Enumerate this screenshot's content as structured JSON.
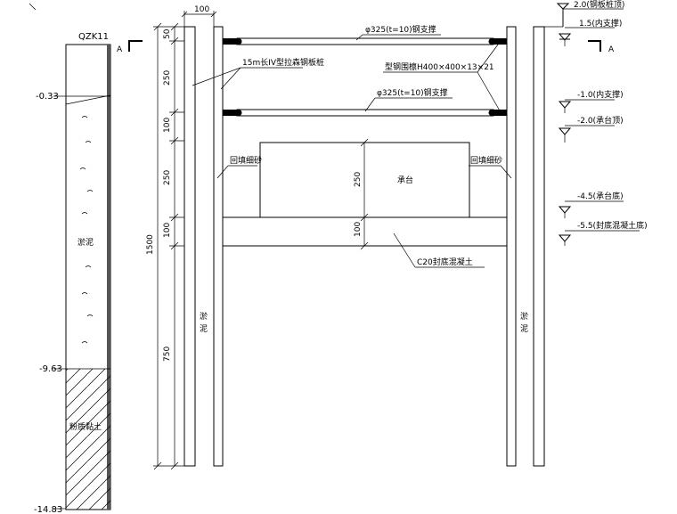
{
  "borehole": {
    "id": "QZK11",
    "elevations": [
      "-0.33",
      "-9.63",
      "-14.83"
    ],
    "layers": [
      "淤泥",
      "粉质黏土"
    ]
  },
  "section_marks": {
    "left": "A",
    "right": "A"
  },
  "dimensions": {
    "top_width": "100",
    "vertical": [
      "50",
      "250",
      "100",
      "250",
      "100",
      "750"
    ],
    "total": "1500",
    "cap_height": "250",
    "slab_thickness": "100"
  },
  "annotations": {
    "sheet_pile": "15m长IV型拉森钢板桩",
    "strut_top": "φ325(t=10)钢支撑",
    "waling": "型钢围檩H400×400×13×21",
    "strut_mid": "φ325(t=10)钢支撑",
    "backfill_left": "回填细砂",
    "backfill_right": "回填细砂",
    "pile_cap": "承台",
    "bottom_slab": "C20封底混凝土",
    "soil_left": "淤泥",
    "soil_right": "淤泥"
  },
  "levels": [
    "2.0(钢板桩顶)",
    "1.5(内支撑)",
    "-1.0(内支撑)",
    "-2.0(承台顶)",
    "-4.5(承台底)",
    "-5.5(封底混凝土底)"
  ]
}
